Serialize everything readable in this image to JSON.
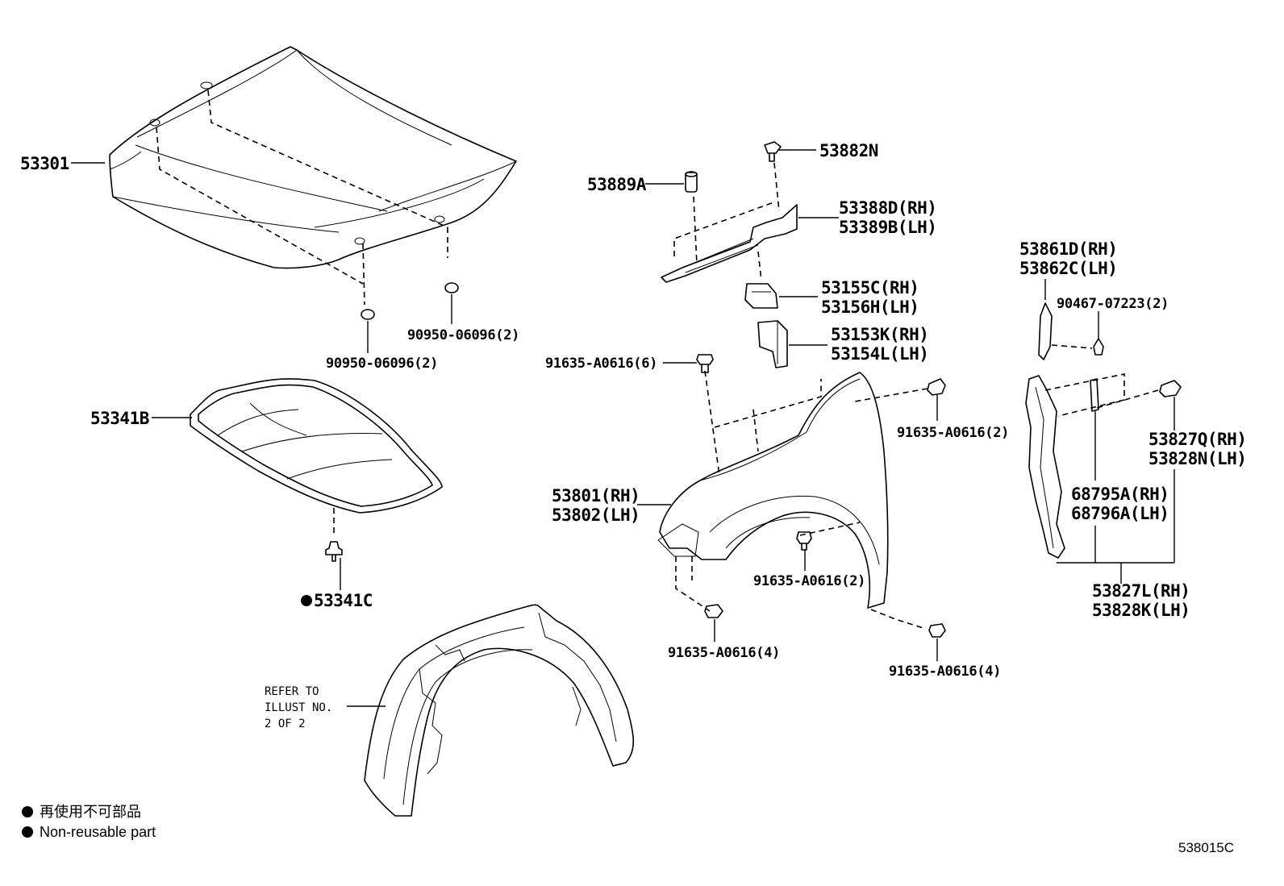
{
  "parts": {
    "hood": "53301",
    "hood_insulator": "53341B",
    "insulator_clip": "53341C",
    "hood_cushion_left": "90950-06096(2)",
    "hood_cushion_right": "90950-06096(2)",
    "clip_53882": "53882N",
    "cushion_53889": "53889A",
    "seal_rh": "53388D(RH)",
    "seal_lh": "53389B(LH)",
    "bracket_rh": "53155C(RH)",
    "bracket_lh": "53156H(LH)",
    "guide_rh": "53153K(RH)",
    "guide_lh": "53154L(LH)",
    "bolt_6": "91635-A0616(6)",
    "bolt_2_upper": "91635-A0616(2)",
    "fender_rh": "53801(RH)",
    "fender_lh": "53802(LH)",
    "bolt_2_lower": "91635-A0616(2)",
    "bolt_4_left": "91635-A0616(4)",
    "bolt_4_right": "91635-A0616(4)",
    "protector_rh": "53861D(RH)",
    "protector_lh": "53862C(LH)",
    "clip_90467": "90467-07223(2)",
    "liner_rh": "53827Q(RH)",
    "liner_lh": "53828N(LH)",
    "seal_pad_rh": "68795A(RH)",
    "seal_pad_lh": "68796A(LH)",
    "assy_rh": "53827L(RH)",
    "assy_lh": "53828K(LH)"
  },
  "refer_note": [
    "REFER TO",
    "ILLUST NO.",
    "2 OF 2"
  ],
  "legend": {
    "line_jp": "再使用不可部品",
    "line_en": "Non-reusable part"
  },
  "illustration_ref": "538015C"
}
